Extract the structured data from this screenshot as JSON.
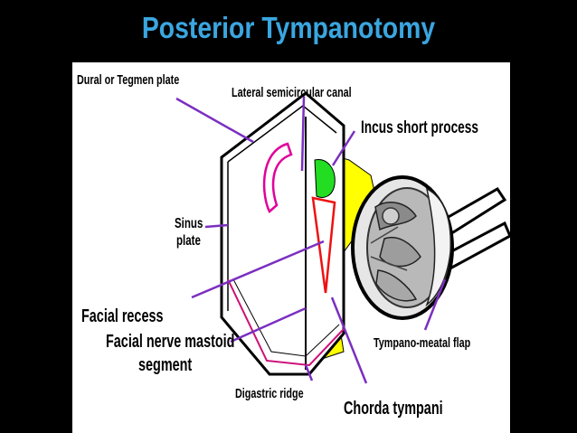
{
  "title": "Posterior Tympanotomy",
  "colors": {
    "background": "#000000",
    "title": "#3aa6e0",
    "panel": "#ffffff",
    "pointer": "#7b2fc0",
    "yellow": "#ffff00",
    "green": "#22dd22",
    "pink": "#e0009a",
    "red": "#ee1111"
  },
  "labels": {
    "dural_tegmen": "Dural or Tegmen plate",
    "lateral_canal": "Lateral semicircular canal",
    "incus": "Incus short process",
    "sinus_1": "Sinus",
    "sinus_2": "plate",
    "facial_recess": "Facial recess",
    "facial_nerve_1": "Facial nerve mastoid",
    "facial_nerve_2": "segment",
    "tympano_flap": "Tympano-meatal flap",
    "digastric": "Digastric ridge",
    "chorda": "Chorda tympani"
  }
}
